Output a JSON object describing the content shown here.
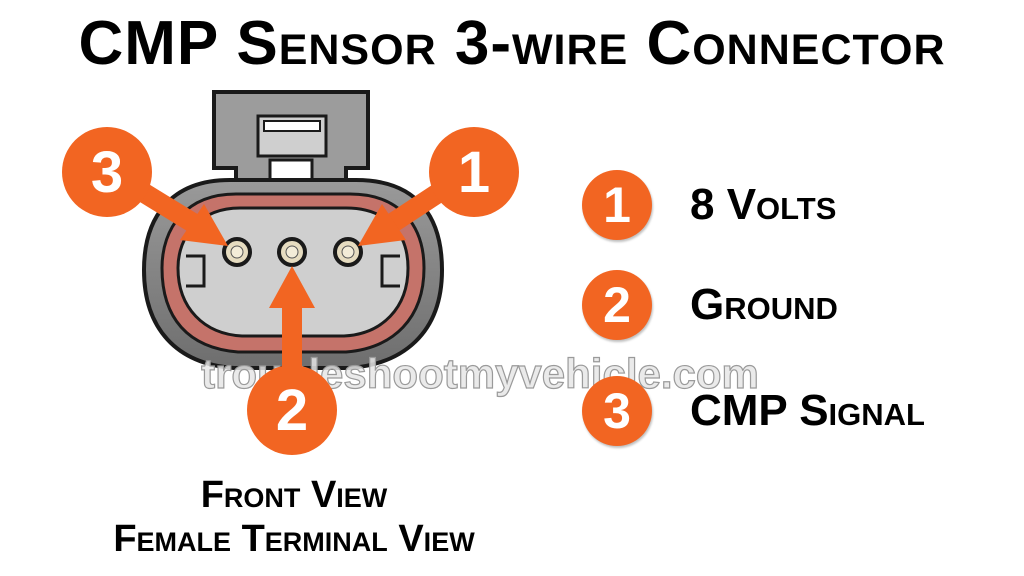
{
  "title": "CMP Sensor 3-wire Connector",
  "pins": [
    {
      "number": "1",
      "label": "8 Volts"
    },
    {
      "number": "2",
      "label": "Ground"
    },
    {
      "number": "3",
      "label": "CMP Signal"
    }
  ],
  "view_caption": {
    "line1": "Front View",
    "line2": "Female Terminal View"
  },
  "watermark": "troubleshootmyvehicle.com",
  "colors": {
    "badge": "#f26522",
    "connector_body": "#8a8a8a",
    "seal": "#c5736a",
    "terminal": "#e6dcc0"
  }
}
